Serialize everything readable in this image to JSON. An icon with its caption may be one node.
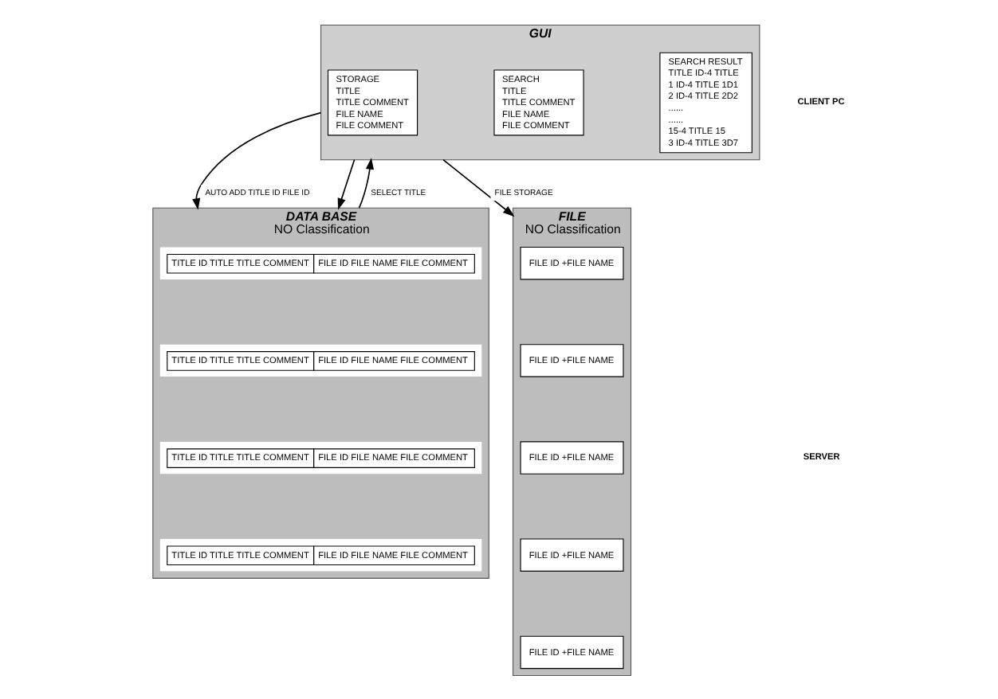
{
  "diagram": {
    "nodes": [
      {
        "text": [
          "GUI"
        ]
      },
      {
        "text": [
          "STORAGE",
          "TITLE",
          "TITLE COMMENT",
          "FILE NAME",
          "FILE COMMENT"
        ],
        "in": 0
      },
      {
        "text": [
          "SEARCH",
          "TITLE",
          "TITLE COMMENT",
          "FILE NAME",
          "FILE COMMENT"
        ],
        "in": 0
      },
      {
        "text": [
          "SEARCH RESULT",
          "TITLE ID-4 TITLE",
          "1 ID-4 TITLE 1D1",
          "2 ID-4 TITLE 2D2",
          "......",
          "......",
          "15-4 TITLE 15",
          "3 ID-4 TITLE 3D7"
        ],
        "in": 0
      },
      {
        "text": [
          "DATA BASE",
          "NO Classification"
        ]
      },
      {
        "text": [
          "TITLE ID TITLE TITLE COMMENT",
          "FILE ID FILE NAME FILE COMMENT"
        ],
        "in": 4
      },
      {
        "text": [
          "TITLE ID TITLE TITLE COMMENT",
          "FILE ID FILE NAME FILE COMMENT"
        ],
        "in": 4
      },
      {
        "text": [
          "TITLE ID TITLE TITLE COMMENT",
          "FILE ID FILE NAME FILE COMMENT"
        ],
        "in": 4
      },
      {
        "text": [
          "TITLE ID TITLE TITLE COMMENT",
          "FILE ID FILE NAME FILE COMMENT"
        ],
        "in": 4
      },
      {
        "text": [
          "FILE",
          "NO Classification"
        ]
      },
      {
        "text": [
          "FILE ID +FILE NAME"
        ],
        "in": 9
      },
      {
        "text": [
          "FILE ID +FILE NAME"
        ],
        "in": 9
      },
      {
        "text": [
          "FILE ID +FILE NAME"
        ],
        "in": 9
      },
      {
        "text": [
          "FILE ID +FILE NAME"
        ],
        "in": 9
      },
      {
        "text": [
          "FILE ID +FILE NAME"
        ],
        "in": 9
      }
    ],
    "edges": [
      {
        "from": 0,
        "to": 4,
        "arrow": "to",
        "label": "AUTO ADD TITLE ID FILE ID"
      },
      {
        "from": 0,
        "to": 4,
        "arrow": "to"
      },
      {
        "from": 4,
        "to": 0,
        "arrow": "to",
        "label": "SELECT TITLE"
      },
      {
        "from": 0,
        "to": 9,
        "arrow": "to",
        "label": "FILE STORAGE"
      }
    ],
    "labels": [
      "CLIENT PC",
      "SERVER"
    ]
  }
}
